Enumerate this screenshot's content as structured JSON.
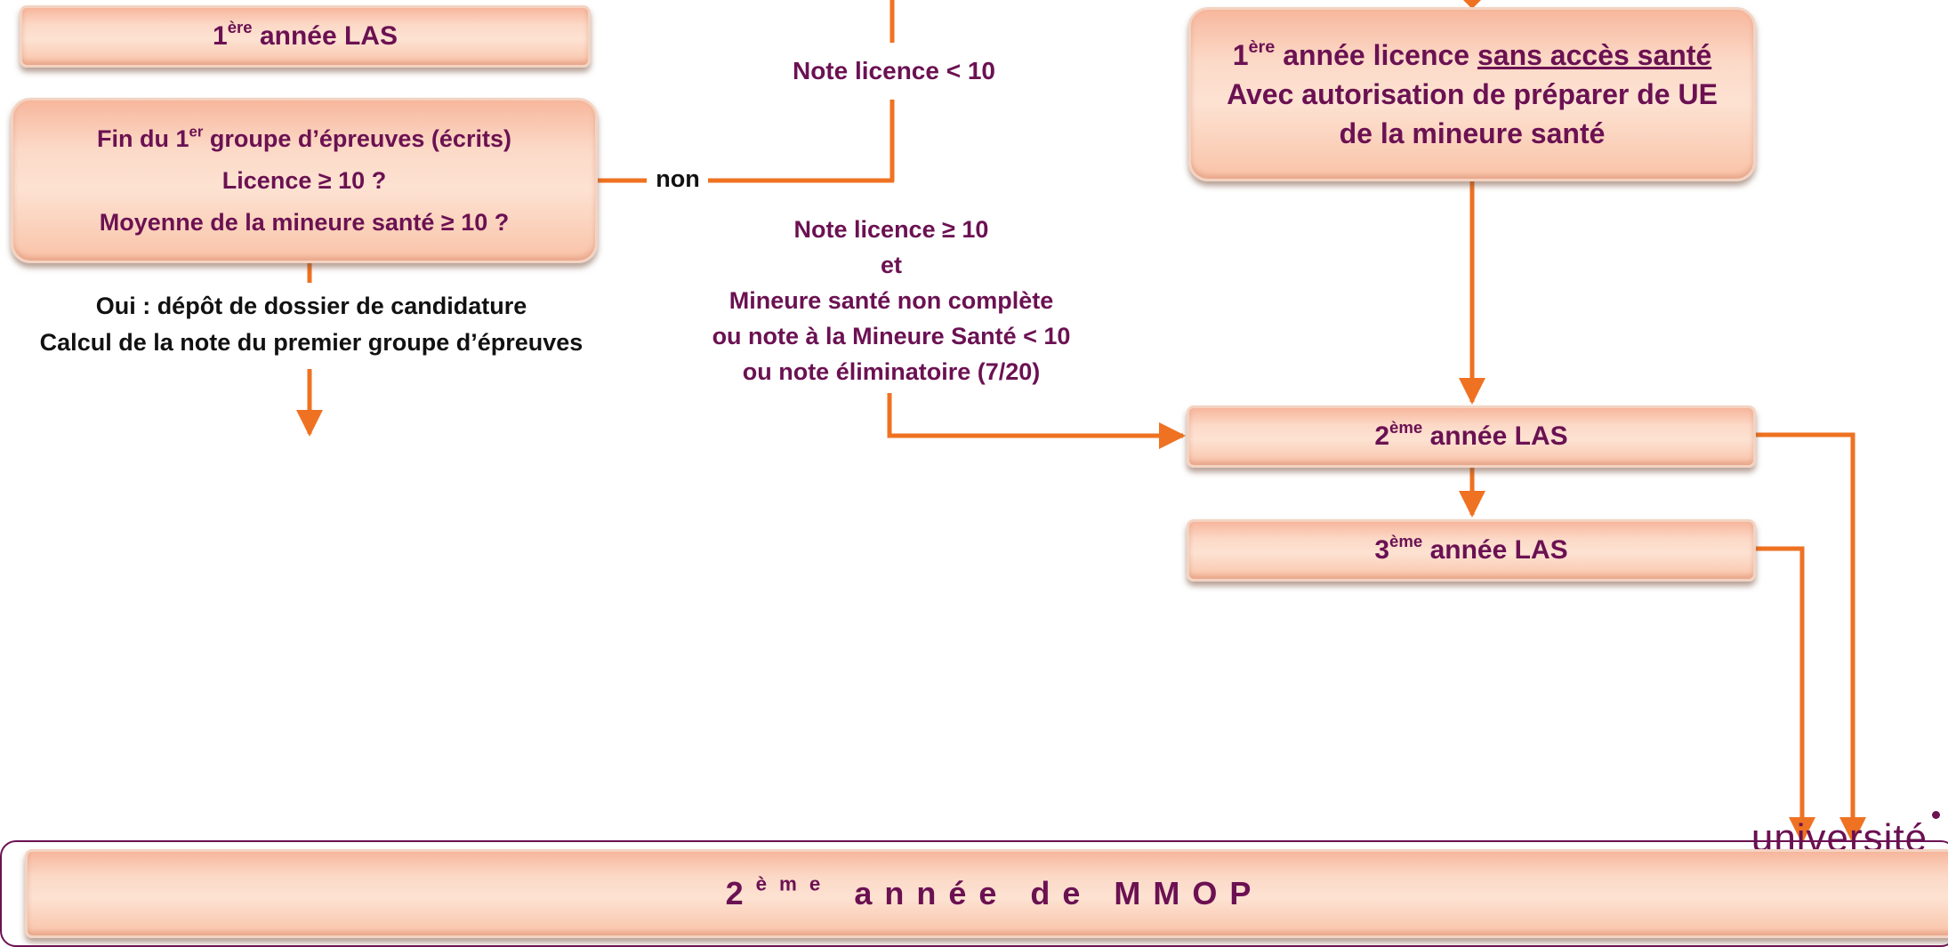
{
  "boxes": {
    "las1": {
      "sup": "ère",
      "num": "1",
      "text": " année LAS"
    },
    "fin_groupe": {
      "line1_pre": "Fin du 1",
      "line1_sup": "er",
      "line1_post": " groupe d’épreuves (écrits)",
      "line2": "Licence ≥ 10 ?",
      "line3": "Moyenne de la mineure santé ≥ 10 ?"
    },
    "licence_sans_acces": {
      "num": "1",
      "sup": "ère",
      "post": " année licence ",
      "underlined": "sans accès santé",
      "line2": "Avec autorisation de préparer de UE",
      "line3": "de la mineure santé"
    },
    "las2": {
      "num": "2",
      "sup": "ème",
      "text": " année LAS"
    },
    "las3": {
      "num": "3",
      "sup": "ème",
      "text": " année LAS"
    },
    "mmop": {
      "num": "2",
      "sup": "ème",
      "text": "année de MMOP"
    }
  },
  "labels": {
    "note_inf": "Note licence < 10",
    "non": "non",
    "note_sup_l1": "Note licence ≥ 10",
    "note_sup_l2": "et",
    "note_sup_l3": "Mineure santé non complète",
    "note_sup_l4": "ou note à la Mineure Santé < 10",
    "note_sup_l5": "ou note éliminatoire (7/20)",
    "oui_l1": "Oui : dépôt de dossier de candidature",
    "oui_l2": "Calcul de la note du premier groupe d’épreuves",
    "logo_text": "université"
  },
  "colors": {
    "arrow": "#ee7222",
    "text_purple": "#6b1152",
    "frame": "#6b1152"
  }
}
